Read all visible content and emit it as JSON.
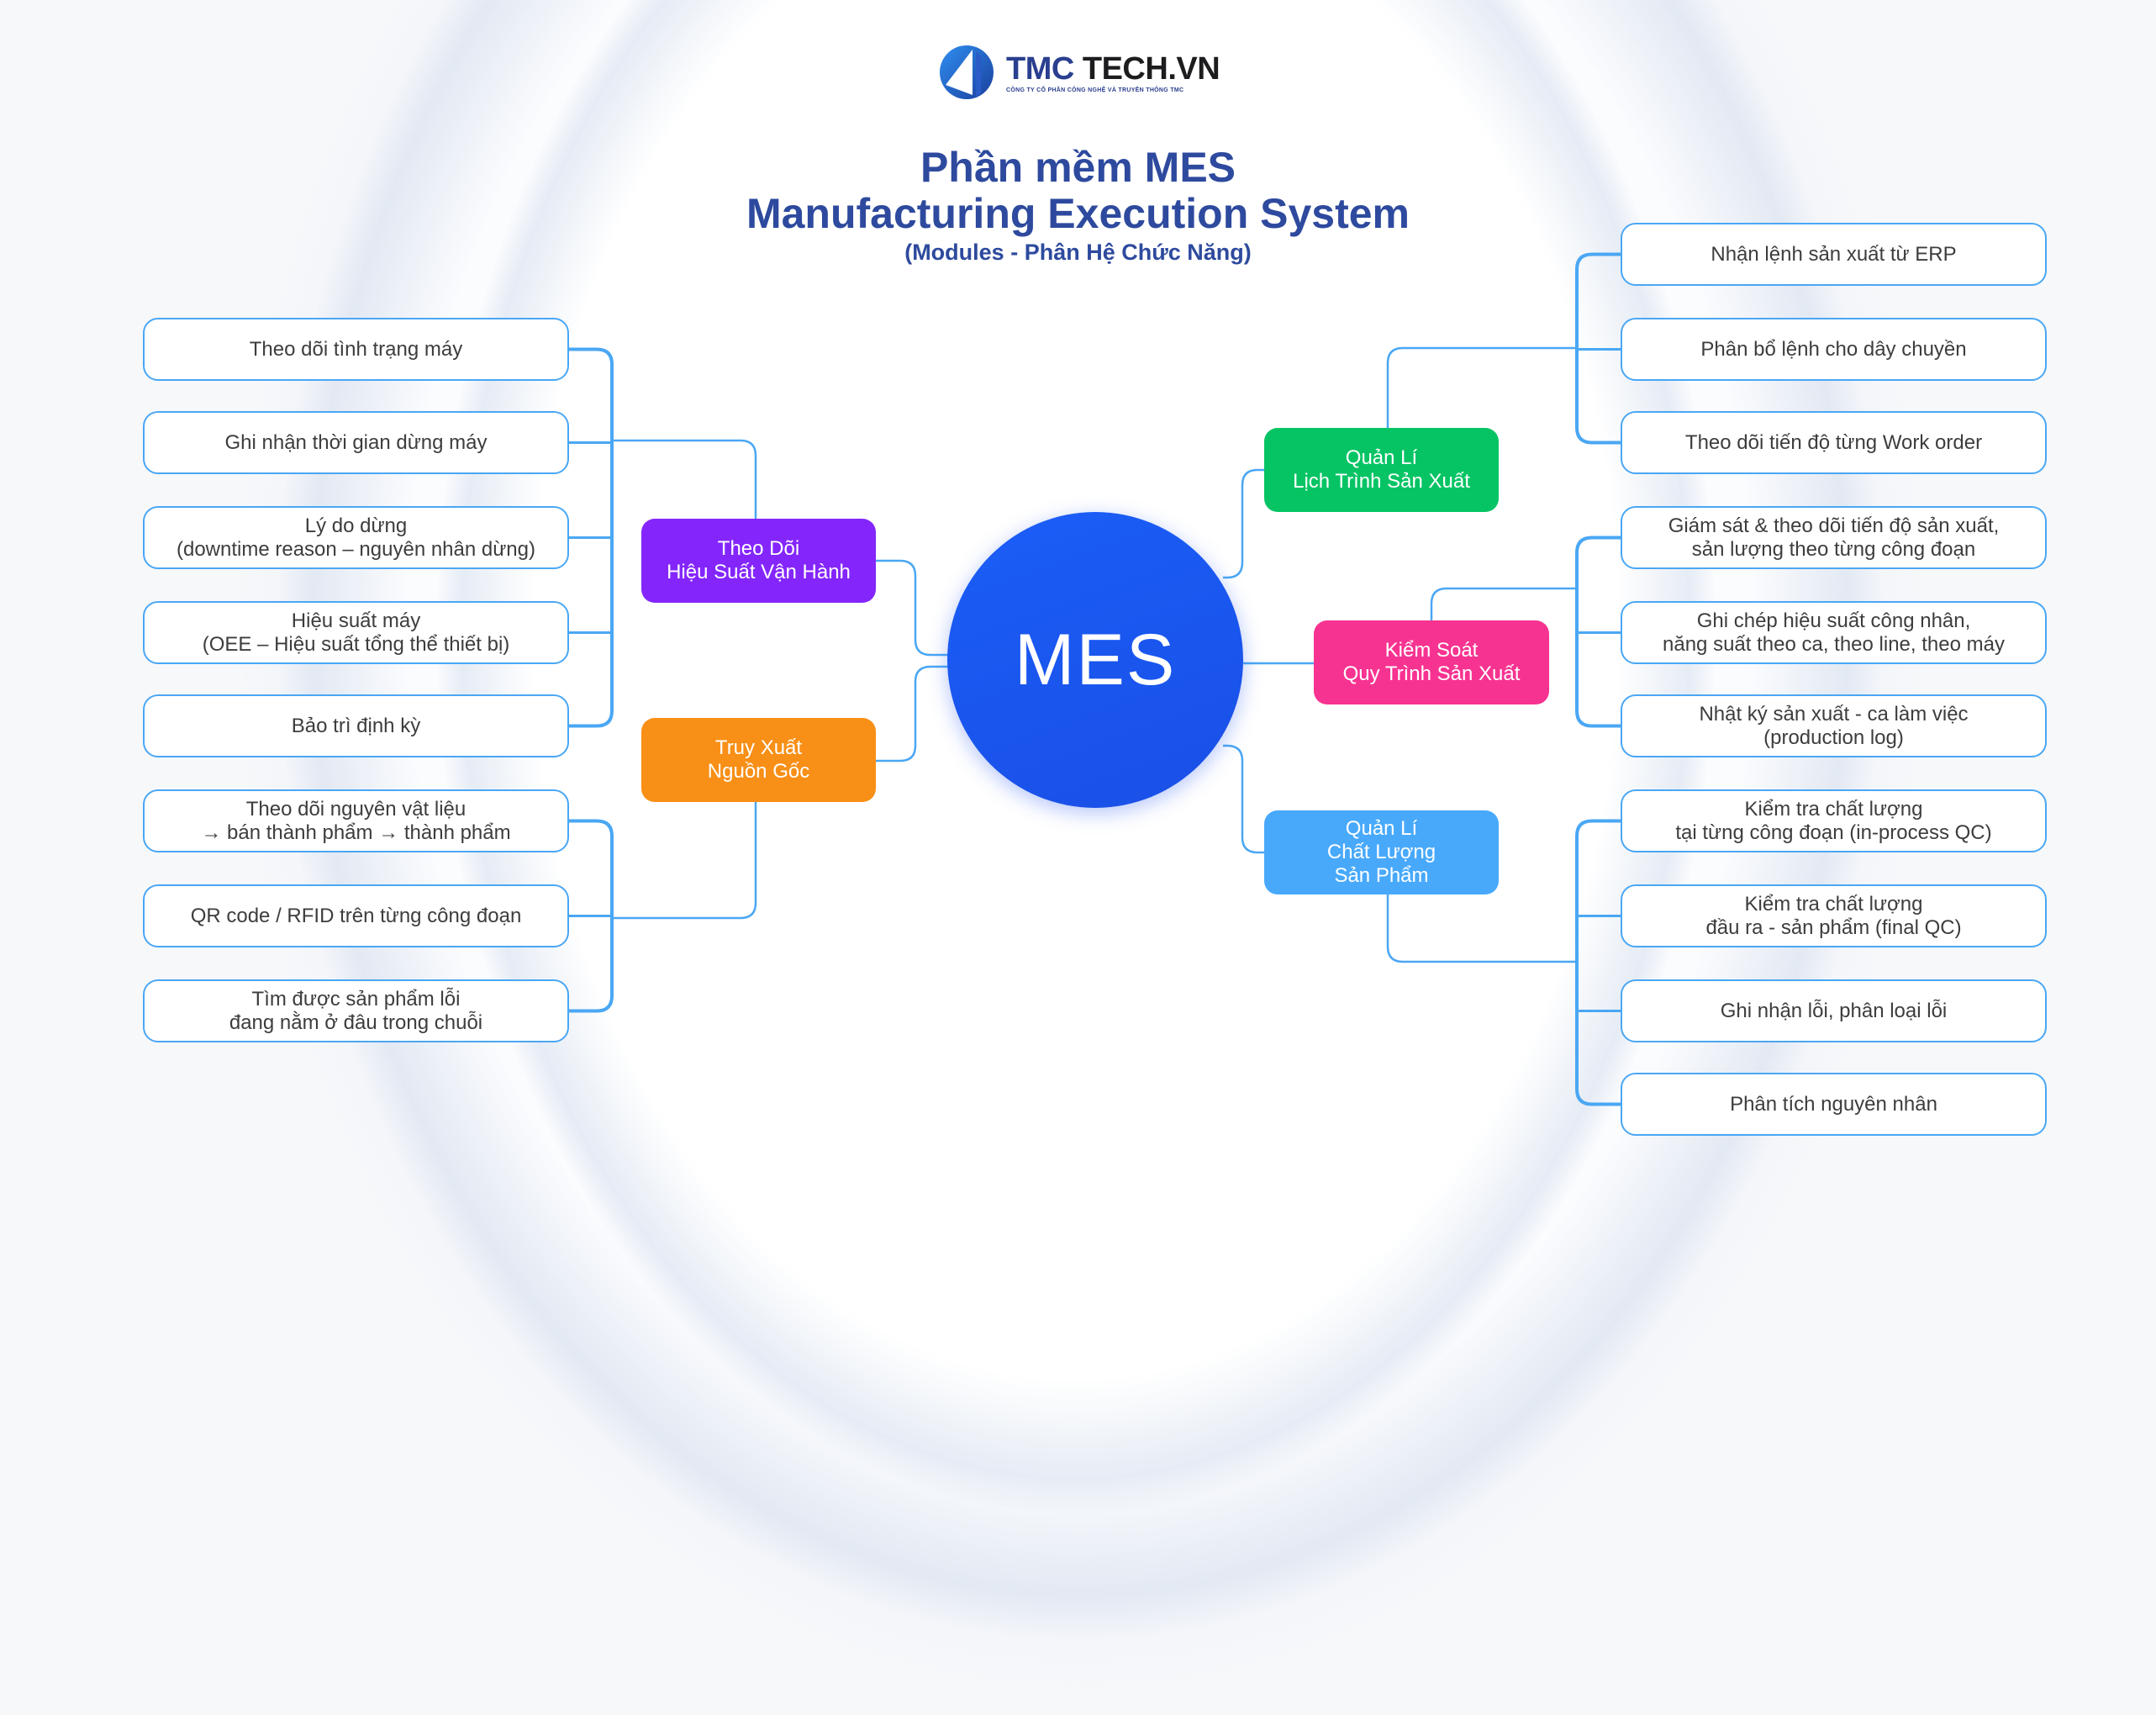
{
  "logo": {
    "name_part1": "TMC",
    "name_part2": "TECH.VN",
    "tagline": "CÔNG TY CỔ PHẦN CÔNG NGHỆ VÀ TRUYỀN THÔNG TMC"
  },
  "header": {
    "title_line1": "Phần mềm MES",
    "title_line2": "Manufacturing Execution System",
    "subtitle": "(Modules - Phân Hệ Chức Năng)"
  },
  "hub": {
    "label": "MES",
    "color": "#1a56f0"
  },
  "colors": {
    "connector": "#4aa7f4",
    "title": "#2e4a9e",
    "leaf_text": "#3d3d3d"
  },
  "categories": [
    {
      "id": "performance",
      "label": "Theo Dõi\nHiệu Suất Vận Hành",
      "color": "#8426fb",
      "side": "left",
      "items": [
        "Theo dõi tình trạng máy",
        "Ghi nhận thời gian dừng máy",
        "Lý do dừng\n(downtime reason – nguyên nhân dừng)",
        "Hiệu suất máy\n(OEE – Hiệu suất tổng thể thiết bị)",
        "Bảo trì định kỳ"
      ]
    },
    {
      "id": "traceability",
      "label": "Truy Xuất\nNguồn Gốc",
      "color": "#f88f16",
      "side": "left",
      "items": [
        "Theo dõi nguyên vật liệu\n→ bán thành phẩm → thành phẩm",
        "QR code / RFID trên từng công đoạn",
        "Tìm được sản phẩm lỗi\nđang nằm ở đâu trong chuỗi"
      ]
    },
    {
      "id": "scheduling",
      "label": "Quản Lí\nLịch Trình Sản Xuất",
      "color": "#06c464",
      "side": "right",
      "items": [
        "Nhận lệnh sản xuất từ ERP",
        "Phân bổ lệnh cho dây chuyền",
        "Theo dõi tiến độ từng Work order"
      ]
    },
    {
      "id": "process-control",
      "label": "Kiểm Soát\nQuy Trình Sản Xuất",
      "color": "#f73391",
      "side": "right",
      "items": [
        "Giám sát & theo dõi tiến độ sản xuất,\nsản lượng theo từng công đoạn",
        "Ghi chép hiệu suất công nhân,\nnăng suất theo ca, theo line, theo máy",
        "Nhật ký sản xuất - ca làm việc\n(production log)"
      ]
    },
    {
      "id": "quality",
      "label": "Quản Lí\nChất Lượng\nSản Phẩm",
      "color": "#48a9fb",
      "side": "right",
      "items": [
        "Kiểm tra chất lượng\ntại từng công đoạn (in-process QC)",
        "Kiểm tra chất lượng\nđầu ra - sản phẩm (final QC)",
        "Ghi nhận lỗi, phân loại lỗi",
        "Phân tích nguyên nhân"
      ]
    }
  ]
}
